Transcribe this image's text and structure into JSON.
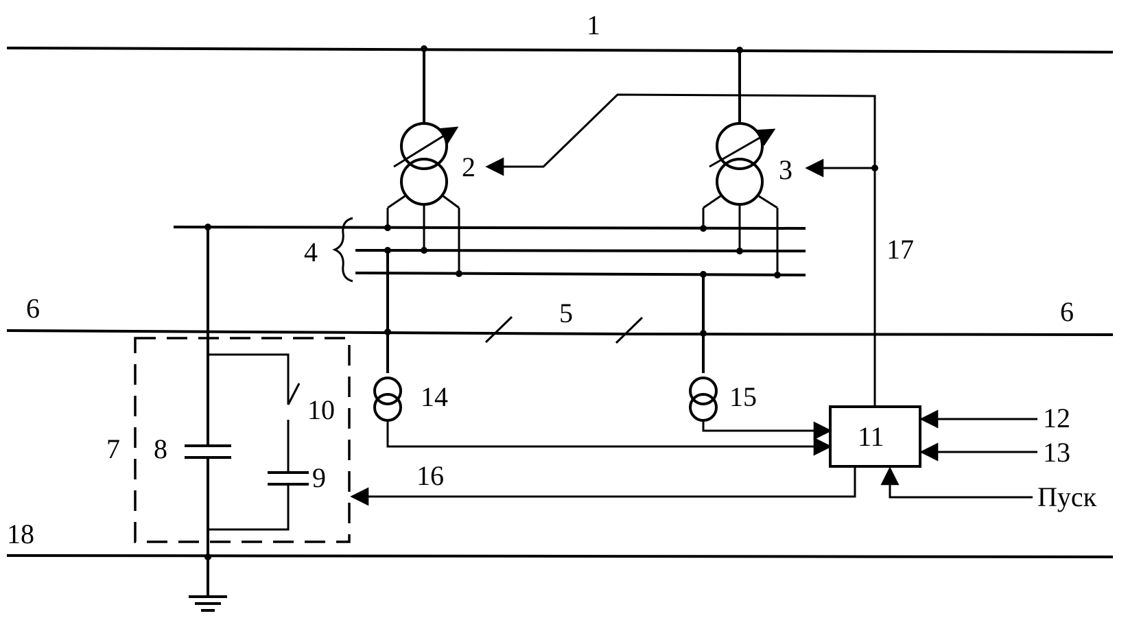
{
  "labels": {
    "bus_1": "1",
    "regulator_2": "2",
    "regulator_3": "3",
    "bus_group_4": "4",
    "line_5": "5",
    "line_6_left": "6",
    "line_6_right": "6",
    "filter_block_7": "7",
    "capacitor_8": "8",
    "capacitor_9": "9",
    "switch_10": "10",
    "control_unit_11": "11",
    "input_12": "12",
    "input_13": "13",
    "current_transformer_14": "14",
    "current_transformer_15": "15",
    "control_line_16": "16",
    "control_line_17": "17",
    "ground_bus_18": "18",
    "start_input": "Пуск"
  }
}
